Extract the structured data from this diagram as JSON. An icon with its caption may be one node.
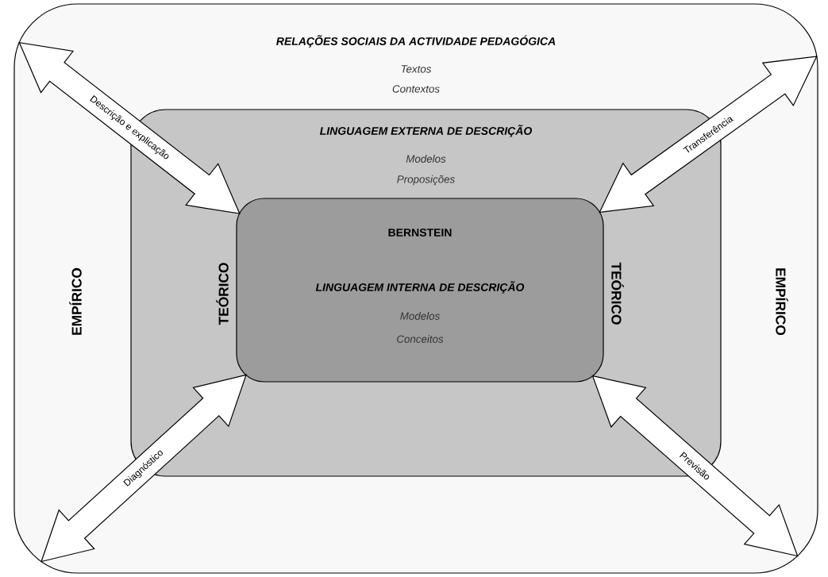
{
  "diagram": {
    "nodes": [
      {
        "text": [
          "RELAÇÕES SOCIAIS DA ACTIVIDADE PEDAGÓGICA",
          "Textos",
          "Contextos"
        ]
      },
      {
        "text": [
          "LINGUAGEM EXTERNA DE DESCRIÇÃO",
          "Modelos",
          "Proposições"
        ],
        "in": 0
      },
      {
        "text": [
          "BERNSTEIN",
          "LINGUAGEM INTERNA DE DESCRIÇÃO",
          "Modelos",
          "Conceitos"
        ],
        "in": 1
      }
    ],
    "edges": [
      {
        "from": 0,
        "to": 2,
        "arrow": "both",
        "label": "Descrição e explicação"
      },
      {
        "from": 0,
        "to": 2,
        "arrow": "both",
        "label": "Transferência"
      },
      {
        "from": 0,
        "to": 2,
        "arrow": "both",
        "label": "Diagnóstico"
      },
      {
        "from": 0,
        "to": 2,
        "arrow": "both",
        "label": "Previsão"
      }
    ],
    "labels": [
      "EMPÍRICO",
      "TEÓRICO",
      "TEÓRICO",
      "EMPÍRICO"
    ]
  }
}
